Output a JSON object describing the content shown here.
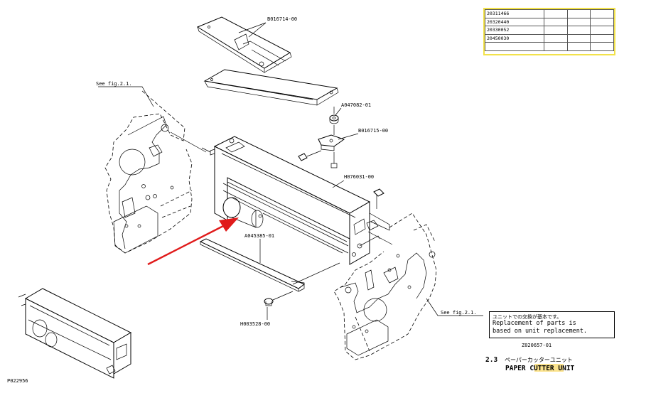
{
  "part_labels": {
    "top_cover": "B016714-00",
    "washer": "A047082-01",
    "bracket": "B016715-00",
    "frame": "H076031-00",
    "roller": "A045385-01",
    "screw": "H003528-00"
  },
  "references": {
    "left": "See fig.2.1.",
    "right": "See fig.2.1."
  },
  "serial_table": {
    "rows": [
      [
        "20311466",
        "",
        "",
        ""
      ],
      [
        "20320440",
        "",
        "",
        ""
      ],
      [
        "20330052",
        "",
        "",
        ""
      ],
      [
        "20450030",
        "",
        "",
        ""
      ],
      [
        "",
        "",
        "",
        ""
      ]
    ]
  },
  "note": {
    "jp": "ユニットでの交換が基本です。",
    "line1": "Replacement of parts is",
    "line2": "based on unit replacement."
  },
  "doc_number": "Z020657-01",
  "title": {
    "number": "2.3",
    "jp": "ペーパーカッターユニット",
    "en_prefix": "PAPER ",
    "en_highlight": "CUTTER",
    "en_suffix": " UNIT"
  },
  "page_code": "P022956",
  "colors": {
    "arrow": "#e01b1b",
    "table_border": "#f2e24a",
    "highlight": "#fbe38e"
  }
}
